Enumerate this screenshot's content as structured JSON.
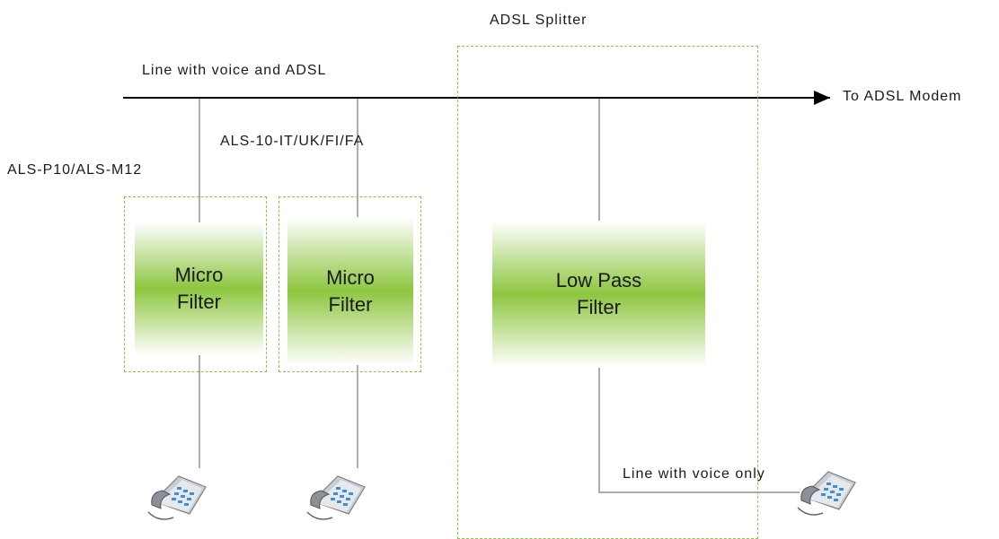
{
  "labels": {
    "splitter": "ADSL Splitter",
    "main_line": "Line with voice and ADSL",
    "modem": "To ADSL Modem",
    "filter_model_a": "ALS-10-IT/UK/FI/FA",
    "filter_model_b": "ALS-P10/ALS-M12",
    "voice_only": "Line with voice only"
  },
  "filters": {
    "micro_1": [
      "Micro",
      "Filter"
    ],
    "micro_2": [
      "Micro",
      "Filter"
    ],
    "low_pass": [
      "Low Pass",
      "Filter"
    ]
  },
  "icons": {
    "phone": "telephone-icon",
    "arrow": "arrow-right-icon"
  },
  "colors": {
    "accent_green": "#8dc63f",
    "line": "#000000",
    "wire": "#777777"
  }
}
